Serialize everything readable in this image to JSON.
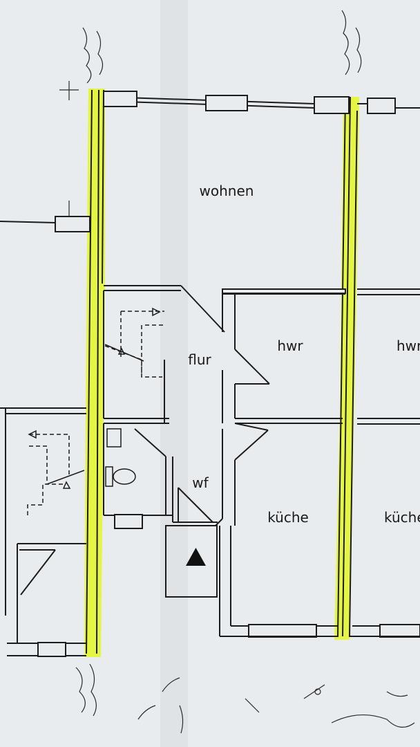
{
  "plan": {
    "rooms": {
      "wohnen": "wohnen",
      "flur": "flur",
      "hwr_left": "hwr",
      "hwr_right": "hwr",
      "wf": "wf",
      "kueche_left": "küche",
      "kueche_right": "küche"
    },
    "colors": {
      "paper": "#e9ecee",
      "line": "#1c1c1c",
      "highlight": "#e4f53a"
    }
  }
}
